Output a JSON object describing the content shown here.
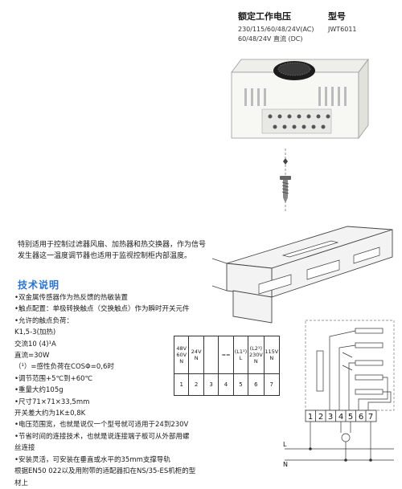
{
  "header": {
    "voltage_title": "额定工作电压",
    "model_title": "型号",
    "voltage_ac": "230/115/60/48/24V(AC)",
    "voltage_dc": "60/48/24V 直流 (DC)",
    "model_value": "JWT6011"
  },
  "intro": "特别适用于控制过滤器风扇、加热器和热交换器，作为信号发生器这一温度调节器也适用于监视控制柜内部温度。",
  "tech_title": "技术说明",
  "tech_lines": [
    "•双金属传感器作为热反馈的热敏装置",
    "•触点配置：单极转换触点（交换触点）作为瞬时开关元件",
    "•允许的触点负荷：",
    "K1,5-3(加热)",
    "交流10 (4)¹A",
    "直流=30W",
    "（¹）=感性负荷在COSΦ=0,6时",
    "•调节范围+5℃到+60℃",
    "•重量大约105g",
    "•尺寸71×71×33,5mm",
    "开关差大约为1K±0,8K",
    "•电压范围宽，也就是说仅一个型号就可适用于24到230V",
    "•节省时间的连接技术，也就是说连接端子板可从外部用螺",
    "丝连接",
    "•安装灵活，可安装在垂直或水平的35mm支撑导轨",
    "根据EN50 022以及用附带的适配器扣在NS/35-ES机柜的型",
    "材上"
  ],
  "terminal_table": {
    "top": [
      "48V 60V N",
      "24V N",
      "≈≈",
      "(L1¹) L",
      "(L2¹) 230V N",
      "115V N"
    ],
    "bottom": [
      "1",
      "2",
      "3",
      "4",
      "5",
      "6",
      "7"
    ]
  },
  "wiring": {
    "terminals": [
      "1",
      "2",
      "3",
      "4",
      "5",
      "6",
      "7"
    ],
    "lines": [
      "L",
      "N"
    ]
  },
  "colors": {
    "accent": "#2c74d2",
    "line": "#333333",
    "dashed": "#777777"
  }
}
